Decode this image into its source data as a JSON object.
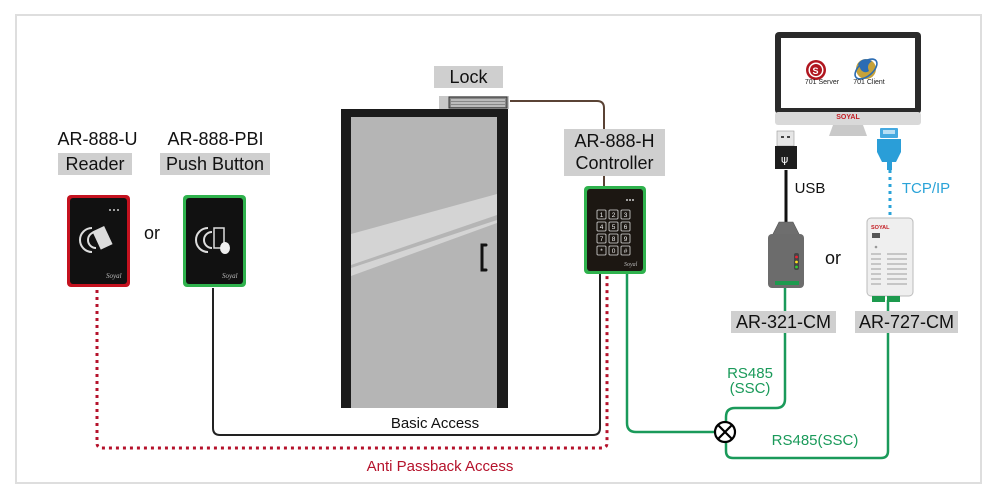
{
  "diagram": {
    "devices": {
      "reader": {
        "model": "AR-888-U",
        "role": "Reader"
      },
      "push_button": {
        "model": "AR-888-PBI",
        "role": "Push Button"
      },
      "lock": {
        "label": "Lock"
      },
      "controller": {
        "model": "AR-888-H",
        "role": "Controller",
        "keys": [
          "1",
          "2",
          "3",
          "4",
          "5",
          "6",
          "7",
          "8",
          "9",
          "*",
          "0",
          "#"
        ]
      },
      "converter_usb": {
        "model": "AR-321-CM"
      },
      "converter_tcp": {
        "model": "AR-727-CM",
        "brand": "SOYAL"
      },
      "computer": {
        "brand": "SOYAL",
        "apps": [
          "701 Server",
          "701 Client"
        ]
      }
    },
    "connectors": {
      "or_1": "or",
      "or_2": "or",
      "usb": "USB",
      "tcpip": "TCP/IP",
      "rs485_a_line1": "RS485",
      "rs485_a_line2": "(SSC)",
      "rs485_b": "RS485(SSC)"
    },
    "paths": {
      "basic": "Basic Access",
      "anti_passback": "Anti Passback Access"
    },
    "colors": {
      "rs485": "#1a9a5a",
      "tcpip": "#2aa3d8",
      "anti_passback": "#b5122b",
      "basic": "#222222",
      "lock_wire": "#5a4335"
    }
  }
}
